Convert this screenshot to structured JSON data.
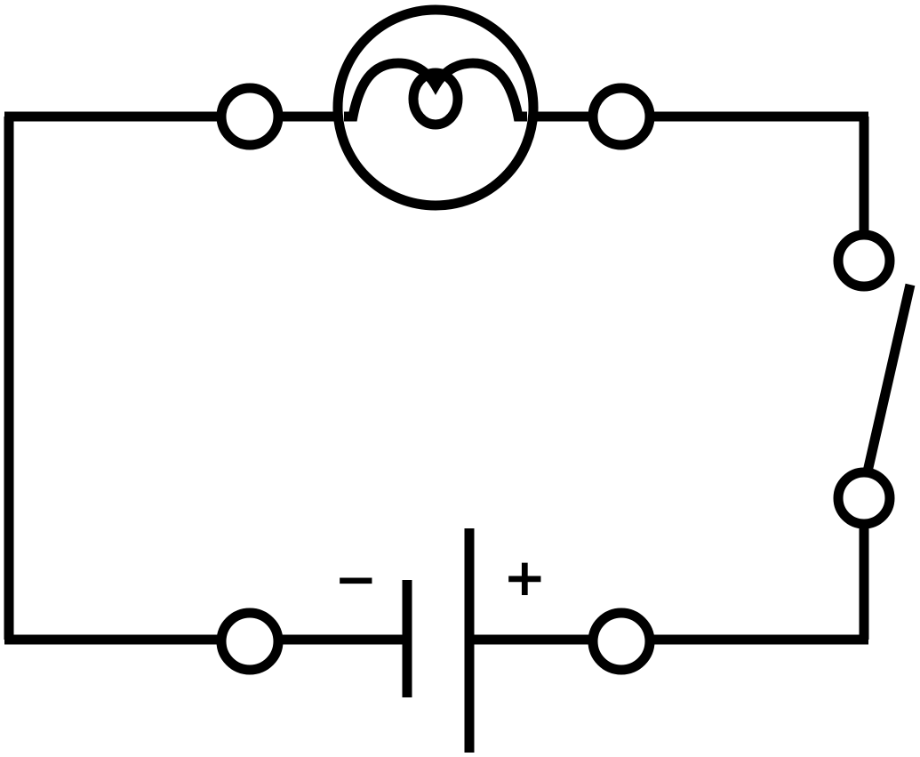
{
  "diagram": {
    "stroke_color": "#000000",
    "background": "#ffffff",
    "components": [
      {
        "kind": "lamp",
        "icon": "lamp-icon"
      },
      {
        "kind": "switch",
        "state": "open",
        "icon": "switch-icon"
      },
      {
        "kind": "cell",
        "icon": "battery-cell-icon"
      }
    ],
    "terminal_count": 6,
    "battery": {
      "negative_label": "−",
      "positive_label": "+"
    }
  }
}
